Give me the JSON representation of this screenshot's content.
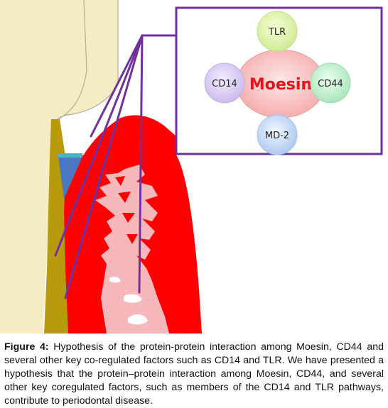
{
  "diagram": {
    "center_label": "Moesin",
    "nodes": {
      "top": "TLR",
      "left": "CD14",
      "right": "CD44",
      "bottom": "MD-2"
    }
  },
  "caption": {
    "label": "Figure 4:",
    "text": "Hypothesis of the protein-protein interaction among Moesin, CD44 and several other key co-regulated factors such as CD14 and TLR. We have presented a hypothesis that the protein–protein interaction among Moesin, CD44, and several other key coregulated factors, such as members of the CD14 and TLR pathways, contribute to periodontal disease."
  },
  "colors": {
    "moesin_text": "#e8101c",
    "inset_border": "#7030a0",
    "gingiva_red": "#ff0000",
    "connective_pink": "#f7b8bc",
    "tooth": "#f6ecc4",
    "root_gold": "#b89a0c",
    "calculus_blue": "#4a78c0"
  }
}
